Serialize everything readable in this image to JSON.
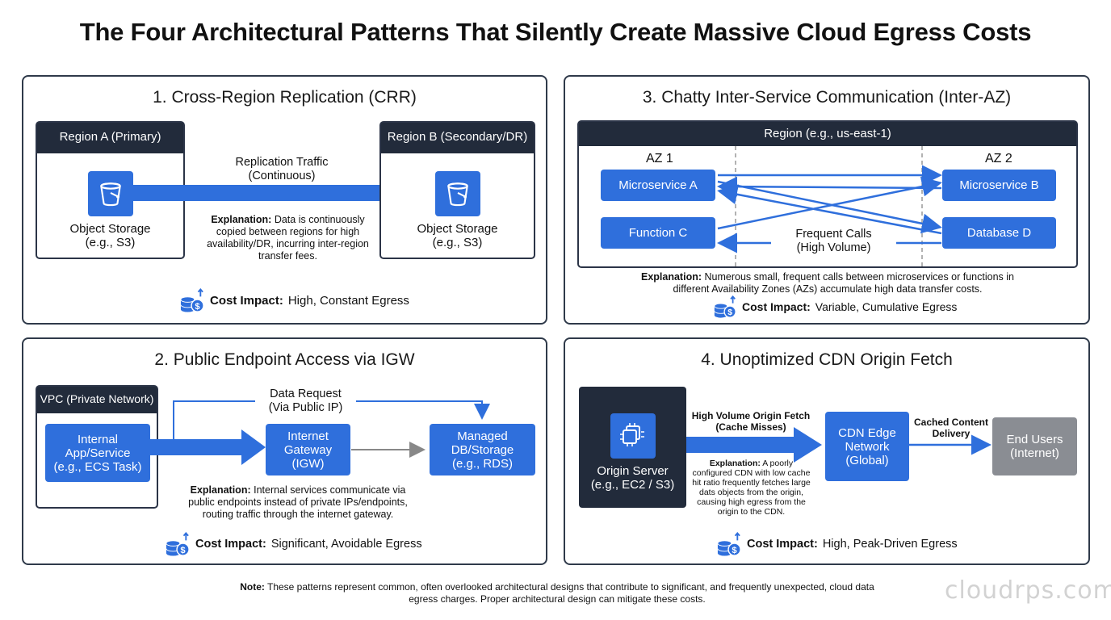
{
  "title": "The Four Architectural Patterns That Silently Create Massive Cloud Egress Costs",
  "panel1": {
    "title": "1. Cross-Region Replication (CRR)",
    "region_a": "Region A (Primary)",
    "region_b": "Region B (Secondary/DR)",
    "storage_a_line1": "Object Storage",
    "storage_a_line2": "(e.g., S3)",
    "storage_b_line1": "Object Storage",
    "storage_b_line2": "(e.g., S3)",
    "traffic_line1": "Replication Traffic",
    "traffic_line2": "(Continuous)",
    "explanation_label": "Explanation:",
    "explanation_text": "Data is continuously copied between regions for high availability/DR, incurring inter-region transfer fees.",
    "cost_label": "Cost Impact:",
    "cost_text": "High, Constant Egress"
  },
  "panel2": {
    "title": "2. Public Endpoint Access via IGW",
    "vpc": "VPC (Private Network)",
    "app_line1": "Internal",
    "app_line2": "App/Service",
    "app_line3": "(e.g., ECS Task)",
    "igw_line1": "Internet",
    "igw_line2": "Gateway",
    "igw_line3": "(IGW)",
    "db_line1": "Managed",
    "db_line2": "DB/Storage",
    "db_line3": "(e.g., RDS)",
    "request_line1": "Data Request",
    "request_line2": "(Via Public IP)",
    "explanation_label": "Explanation:",
    "explanation_text": "Internal services communicate via public endpoints instead of private IPs/endpoints, routing traffic through the internet gateway.",
    "cost_label": "Cost Impact:",
    "cost_text": "Significant, Avoidable Egress"
  },
  "panel3": {
    "title": "3. Chatty Inter-Service Communication (Inter-AZ)",
    "region": "Region (e.g., us-east-1)",
    "az1": "AZ 1",
    "az2": "AZ 2",
    "svc_a": "Microservice A",
    "svc_b": "Microservice B",
    "func_c": "Function C",
    "db_d": "Database D",
    "calls_line1": "Frequent Calls",
    "calls_line2": "(High Volume)",
    "explanation_label": "Explanation:",
    "explanation_text": "Numerous small, frequent calls between microservices or functions in different Availability Zones (AZs) accumulate high data transfer costs.",
    "cost_label": "Cost Impact:",
    "cost_text": "Variable, Cumulative Egress"
  },
  "panel4": {
    "title": "4. Unoptimized CDN Origin Fetch",
    "origin_line1": "Origin Server",
    "origin_line2": "(e.g., EC2 / S3)",
    "fetch_line1": "High Volume Origin Fetch",
    "fetch_line2": "(Cache Misses)",
    "cdn_line1": "CDN Edge",
    "cdn_line2": "Network",
    "cdn_line3": "(Global)",
    "cached_line1": "Cached Content",
    "cached_line2": "Delivery",
    "users_line1": "End Users",
    "users_line2": "(Internet)",
    "explanation_label": "Explanation:",
    "explanation_text": "A poorly configured CDN with low cache hit ratio frequently fetches large dats objects from the origin, causing high egress from the origin to the CDN.",
    "cost_label": "Cost Impact:",
    "cost_text": "High, Peak-Driven Egress"
  },
  "note_label": "Note:",
  "note_text": "These patterns represent common, often overlooked architectural designs that contribute to significant, and frequently unexpected, cloud data egress charges. Proper architectural design can mitigate these costs.",
  "watermark": "cloudrps.com",
  "colors": {
    "accent_blue": "#2f6fdc",
    "dark_navy": "#222b3b",
    "gray_box": "#8a8d93"
  }
}
